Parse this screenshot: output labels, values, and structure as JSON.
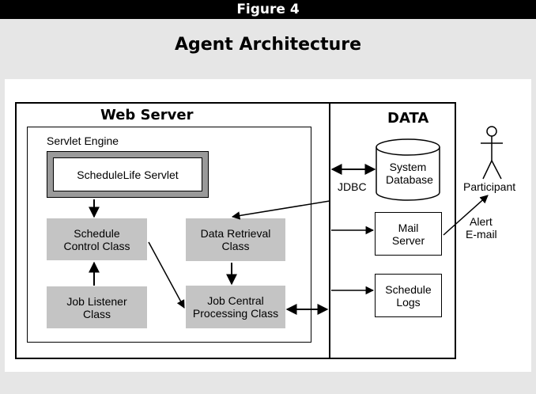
{
  "figure_label": "Figure 4",
  "title": "Agent Architecture",
  "web_server": {
    "label": "Web Server",
    "servlet_engine": {
      "label": "Servlet Engine",
      "servlet": "ScheduleLife Servlet",
      "schedule_control": [
        "Schedule",
        "Control Class"
      ],
      "job_listener": [
        "Job Listener",
        "Class"
      ],
      "data_retrieval": [
        "Data Retrieval",
        "Class"
      ],
      "job_central": [
        "Job Central",
        "Processing Class"
      ]
    }
  },
  "data": {
    "label": "DATA",
    "system_database": [
      "System",
      "Database"
    ],
    "mail_server": [
      "Mail",
      "Server"
    ],
    "schedule_logs": [
      "Schedule",
      "Logs"
    ]
  },
  "connections": {
    "jdbc": "JDBC",
    "alert_email": [
      "Alert",
      "E-mail"
    ]
  },
  "participant": "Participant"
}
